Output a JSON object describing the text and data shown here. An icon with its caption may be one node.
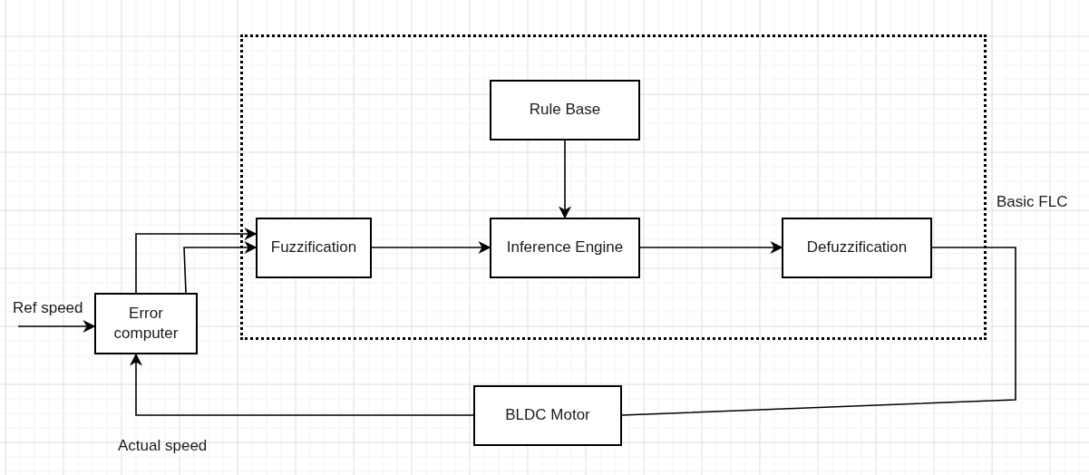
{
  "diagram": {
    "nodes": [
      {
        "text": [
          "Basic FLC"
        ]
      },
      {
        "text": [
          "Rule Base"
        ],
        "in": 0
      },
      {
        "text": [
          "Fuzzification"
        ],
        "in": 0
      },
      {
        "text": [
          "Inference Engine"
        ],
        "in": 0
      },
      {
        "text": [
          "Defuzzification"
        ],
        "in": 0
      },
      {
        "text": [
          "Error computer"
        ]
      },
      {
        "text": [
          "BLDC Motor"
        ]
      }
    ],
    "edges": [
      {
        "from": null,
        "to": 5,
        "arrow": "to",
        "label": "Ref speed"
      },
      {
        "from": 5,
        "to": 2,
        "arrow": "to"
      },
      {
        "from": 5,
        "to": 2,
        "arrow": "to"
      },
      {
        "from": 2,
        "to": 3,
        "arrow": "to"
      },
      {
        "from": 1,
        "to": 3,
        "arrow": "to"
      },
      {
        "from": 3,
        "to": 4,
        "arrow": "to"
      },
      {
        "from": 4,
        "to": 6,
        "arrow": "none"
      },
      {
        "from": 6,
        "to": 5,
        "arrow": "to",
        "label": "Actual speed"
      }
    ]
  }
}
